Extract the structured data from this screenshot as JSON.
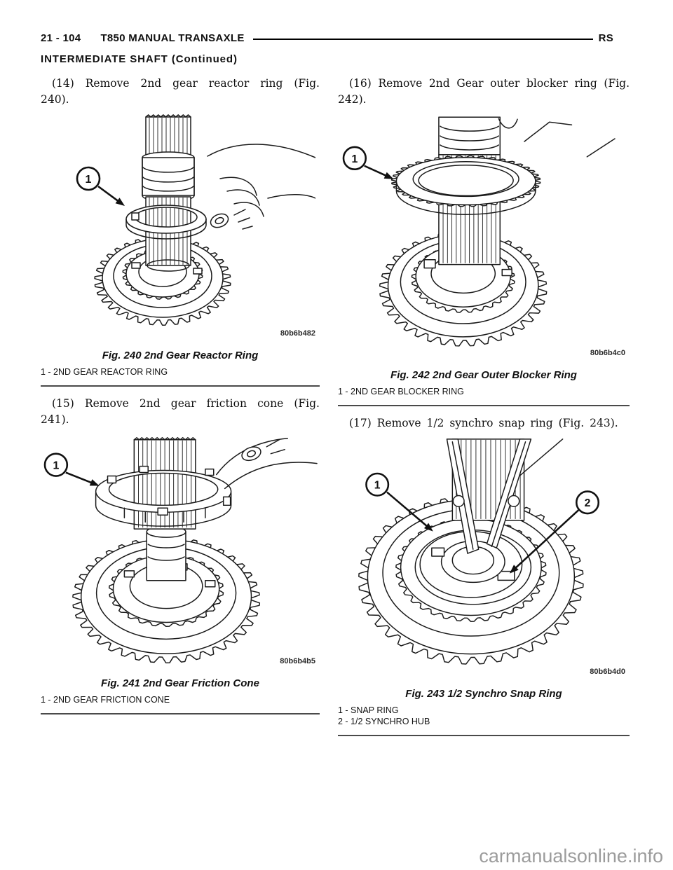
{
  "header": {
    "page_number": "21 - 104",
    "title": "T850 MANUAL TRANSAXLE",
    "code": "RS"
  },
  "section_title": "INTERMEDIATE SHAFT (Continued)",
  "steps": {
    "s14": "(14) Remove 2nd gear reactor ring (Fig. 240).",
    "s15": "(15) Remove 2nd gear friction cone (Fig. 241).",
    "s16": "(16) Remove 2nd Gear outer blocker ring (Fig. 242).",
    "s17": "(17) Remove 1/2 synchro snap ring (Fig. 243)."
  },
  "figures": {
    "fig240": {
      "code": "80b6b482",
      "caption": "Fig. 240 2nd Gear Reactor Ring",
      "legend": [
        "1 - 2ND GEAR REACTOR RING"
      ],
      "callout1": "1"
    },
    "fig241": {
      "code": "80b6b4b5",
      "caption": "Fig. 241 2nd Gear Friction Cone",
      "legend": [
        "1 - 2ND GEAR FRICTION CONE"
      ],
      "callout1": "1"
    },
    "fig242": {
      "code": "80b6b4c0",
      "caption": "Fig. 242 2nd Gear Outer Blocker Ring",
      "legend": [
        "1 - 2ND GEAR BLOCKER RING"
      ],
      "callout1": "1"
    },
    "fig243": {
      "code": "80b6b4d0",
      "caption": "Fig. 243 1/2 Synchro Snap Ring",
      "legend": [
        "1 - SNAP RING",
        "2 - 1/2 SYNCHRO HUB"
      ],
      "callout1": "1",
      "callout2": "2"
    }
  },
  "watermark": "carmanualsonline.info",
  "colors": {
    "ink": "#111111",
    "rule": "#4a4a4a",
    "watermark": "#9c9c9c"
  }
}
